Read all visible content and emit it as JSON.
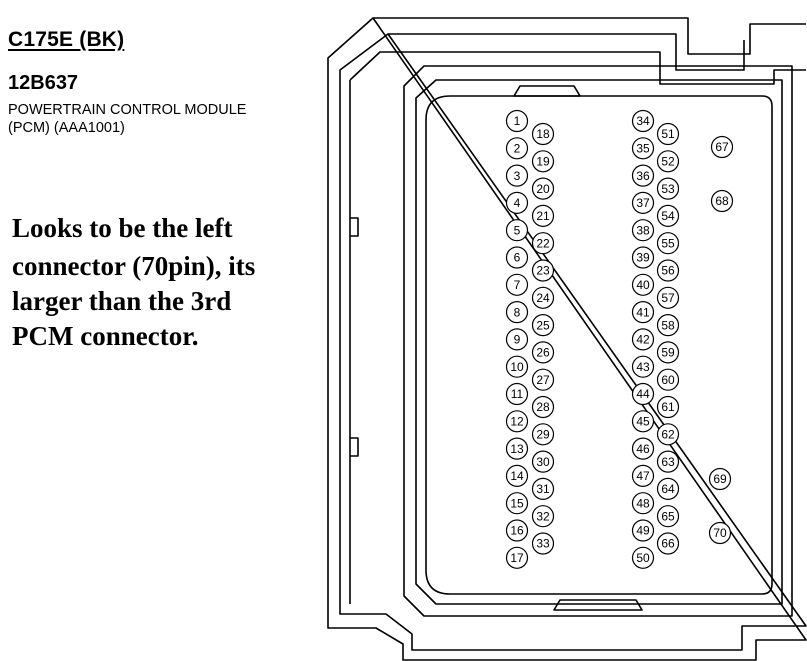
{
  "header": {
    "connector_id": "C175E (BK)",
    "part_number": "12B637",
    "description_lines": [
      "POWERTRAIN CONTROL MODULE",
      "(PCM) (AAA1001)"
    ]
  },
  "note": {
    "lines": [
      "Looks to be the left",
      "connector (70pin), its",
      "larger than the 3rd",
      "PCM connector."
    ]
  },
  "connector": {
    "pins": [
      "1",
      "2",
      "3",
      "4",
      "5",
      "6",
      "7",
      "8",
      "9",
      "10",
      "11",
      "12",
      "13",
      "14",
      "15",
      "16",
      "17",
      "18",
      "19",
      "20",
      "21",
      "22",
      "23",
      "24",
      "25",
      "26",
      "27",
      "28",
      "29",
      "30",
      "31",
      "32",
      "33",
      "34",
      "35",
      "36",
      "37",
      "38",
      "39",
      "40",
      "41",
      "42",
      "43",
      "44",
      "45",
      "46",
      "47",
      "48",
      "49",
      "50",
      "51",
      "52",
      "53",
      "54",
      "55",
      "56",
      "57",
      "58",
      "59",
      "60",
      "61",
      "62",
      "63",
      "64",
      "65",
      "66",
      "67",
      "68",
      "69",
      "70"
    ]
  }
}
